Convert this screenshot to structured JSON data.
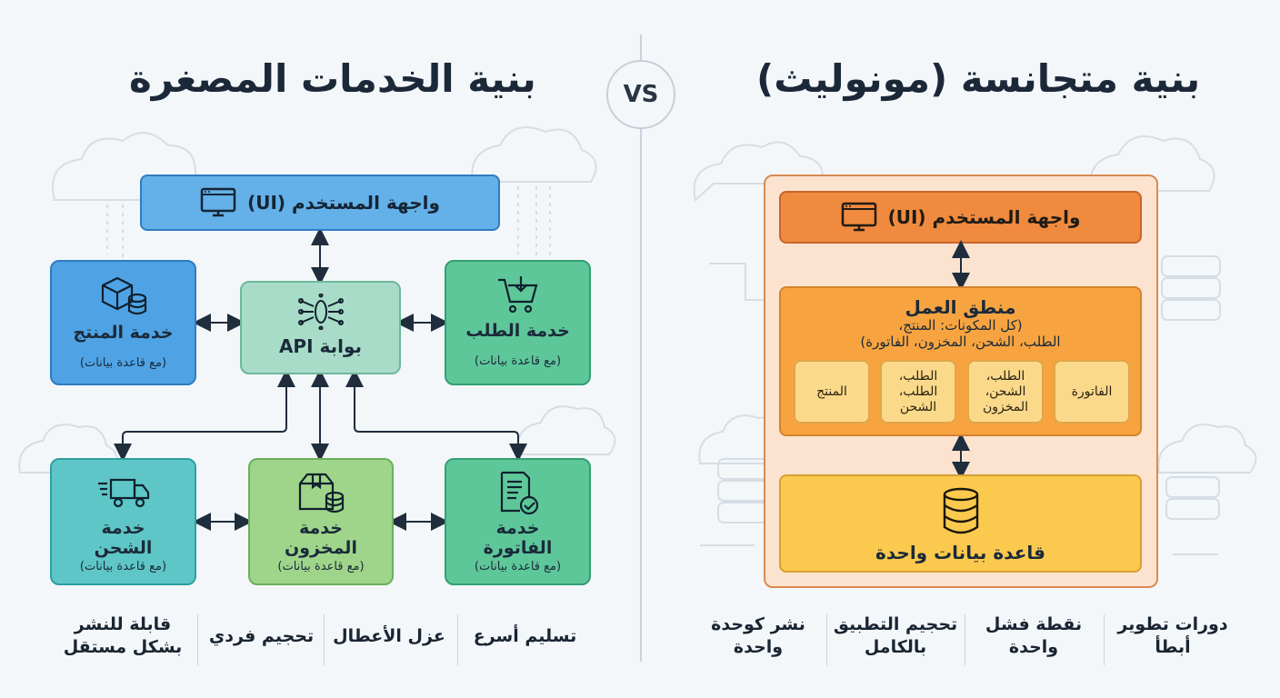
{
  "header": {
    "microservices_title": "بنية الخدمات المصغرة",
    "monolith_title": "بنية متجانسة (مونوليث)",
    "vs_label": "VS"
  },
  "microservices": {
    "ui_label": "واجهة المستخدم (UI)",
    "gateway_label": "بوابة API",
    "product_service": {
      "label": "خدمة المنتج",
      "note": "(مع قاعدة بيانات)"
    },
    "order_service": {
      "label": "خدمة الطلب",
      "note": "(مع قاعدة بيانات)"
    },
    "shipping_service": {
      "label1": "خدمة",
      "label2": "الشحن",
      "note": "(مع قاعدة بيانات)"
    },
    "inventory_service": {
      "label1": "خدمة",
      "label2": "المخزون",
      "note": "(مع قاعدة بيانات)"
    },
    "invoice_service": {
      "label1": "خدمة",
      "label2": "الفاتورة",
      "note": "(مع قاعدة بيانات)"
    },
    "benefits": [
      {
        "line1": "قابلة للنشر",
        "line2": "بشكل مستقل"
      },
      {
        "line1": "تحجيم فردي",
        "line2": ""
      },
      {
        "line1": "عزل الأعطال",
        "line2": ""
      },
      {
        "line1": "تسليم أسرع",
        "line2": ""
      }
    ]
  },
  "monolith": {
    "ui_label": "واجهة المستخدم (UI)",
    "logic_title": "منطق العمل",
    "logic_line1": "(كل المكونات: المنتج،",
    "logic_line2": "الطلب، الشحن، المخزون، الفاتورة)",
    "components": [
      {
        "line1": "المنتج",
        "line2": "",
        "line3": ""
      },
      {
        "line1": "الطلب،",
        "line2": "الطلب،",
        "line3": "الشحن"
      },
      {
        "line1": "الطلب،",
        "line2": "الشحن،",
        "line3": "المخزون"
      },
      {
        "line1": "الفاتورة",
        "line2": "",
        "line3": ""
      }
    ],
    "db_label": "قاعدة بيانات واحدة",
    "drawbacks": [
      {
        "line1": "نشر كوحدة",
        "line2": "واحدة"
      },
      {
        "line1": "تحجيم التطبيق",
        "line2": "بالكامل"
      },
      {
        "line1": "نقطة فشل",
        "line2": "واحدة"
      },
      {
        "line1": "دورات تطوير",
        "line2": "أبطأ"
      }
    ]
  },
  "colors": {
    "background": "#f4f7fa",
    "micro_blue": "#4fa3e4",
    "micro_green": "#5ec79a",
    "micro_teal": "#5ec6c6",
    "micro_lime": "#9fd58a",
    "gateway": "#a8dcc8",
    "mono_orange": "#f08a3e",
    "mono_logic": "#f7a440",
    "mono_db": "#fbc94e",
    "mono_frame": "#fbe3d0"
  },
  "icons": [
    "monitor-icon",
    "box-database-icon",
    "cart-icon",
    "api-network-icon",
    "truck-icon",
    "package-database-icon",
    "invoice-check-icon",
    "database-icon",
    "cloud-icon",
    "server-icon"
  ]
}
